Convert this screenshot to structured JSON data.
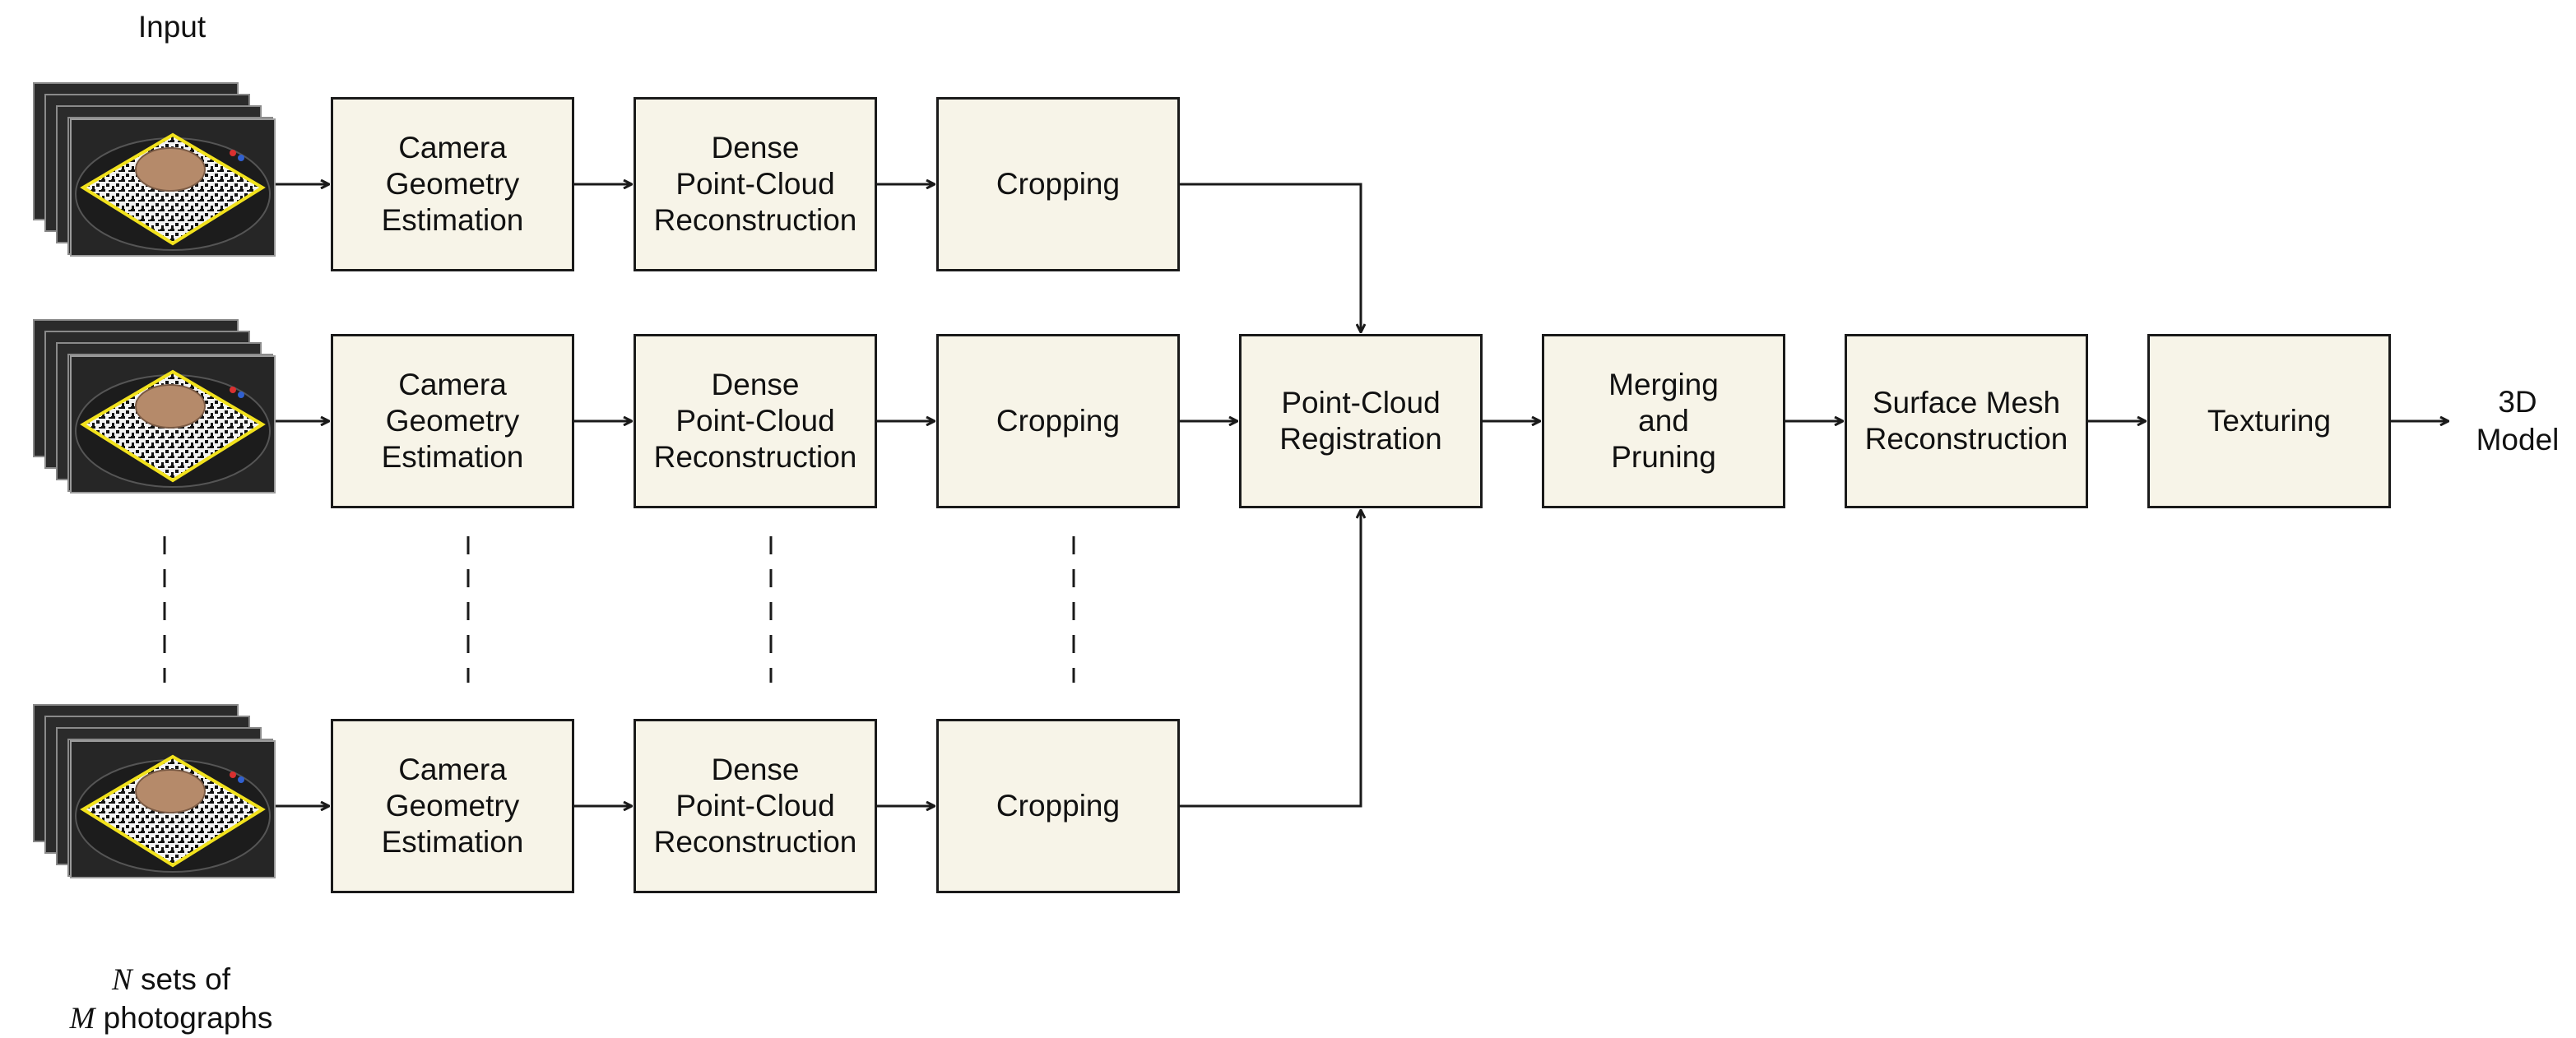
{
  "input_label": "Input",
  "output_label": "3D\nModel",
  "caption": {
    "n_symbol": "N",
    "line1_rest": " sets of",
    "m_symbol": "M",
    "line2_rest": " photographs"
  },
  "rows": [
    {
      "camera": "Camera\nGeometry\nEstimation",
      "dense": "Dense\nPoint-Cloud\nReconstruction",
      "crop": "Cropping"
    },
    {
      "camera": "Camera\nGeometry\nEstimation",
      "dense": "Dense\nPoint-Cloud\nReconstruction",
      "crop": "Cropping"
    },
    {
      "camera": "Camera\nGeometry\nEstimation",
      "dense": "Dense\nPoint-Cloud\nReconstruction",
      "crop": "Cropping"
    }
  ],
  "pipeline": {
    "registration": "Point-Cloud\nRegistration",
    "merging": "Merging\nand\nPruning",
    "surface": "Surface Mesh\nReconstruction",
    "texturing": "Texturing"
  },
  "colors": {
    "box_fill": "#f7f4e8",
    "line": "#1a1a1a",
    "marker_yellow": "#f2e21c",
    "object_brown": "#b58a6a",
    "turntable": "#1c1c1c"
  }
}
